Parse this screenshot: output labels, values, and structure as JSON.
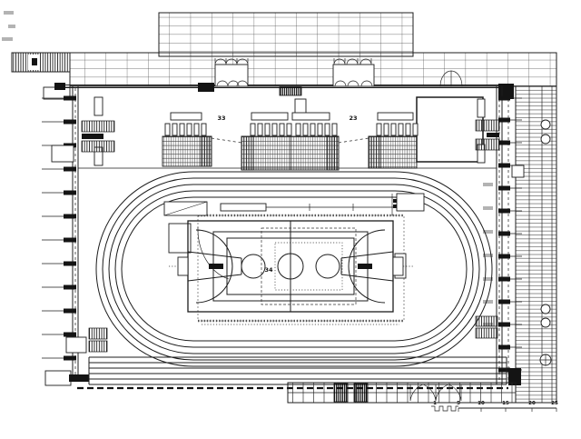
{
  "labels": {
    "grandstand_left": "33",
    "grandstand_right": "23",
    "court_center": "34"
  },
  "scale_bar": {
    "ticks": [
      "1",
      "5",
      "10",
      "15",
      "20",
      "25"
    ]
  },
  "colors": {
    "ink": "#1c1c1c",
    "paper": "#ffffff",
    "grid_line": "#555555"
  }
}
